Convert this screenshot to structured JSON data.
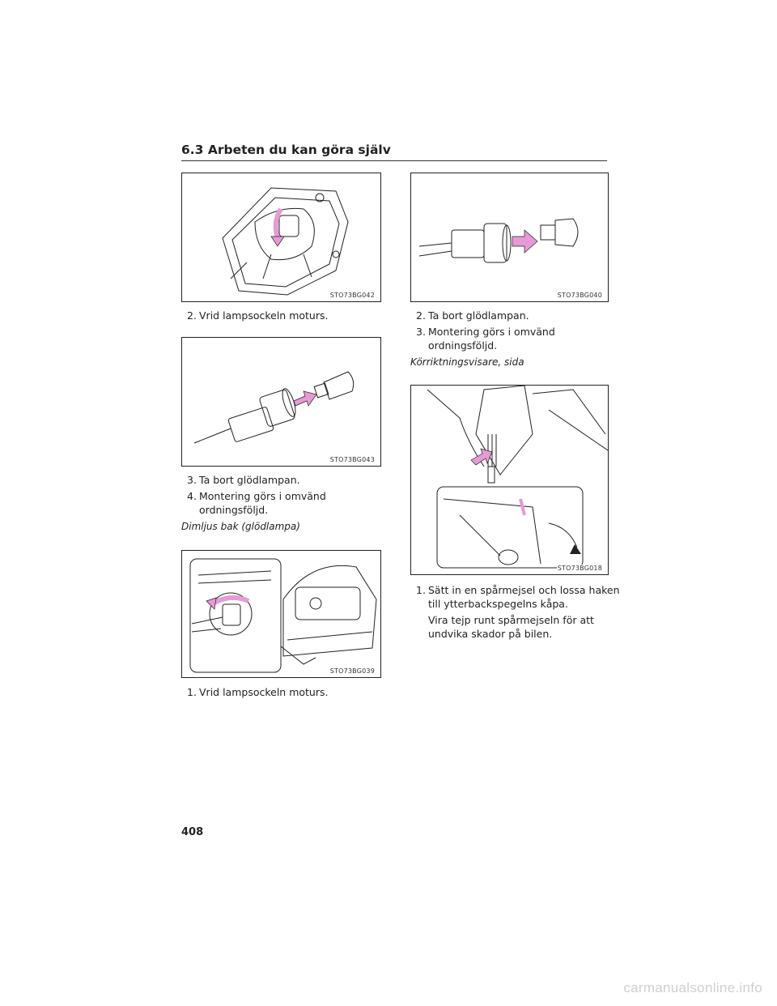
{
  "header": {
    "section_title": "6.3 Arbeten du kan göra själv"
  },
  "figures": {
    "fig1": {
      "code": "STO73BG042"
    },
    "fig2": {
      "code": "STO73BG043"
    },
    "fig3": {
      "code": "STO73BG039"
    },
    "fig4": {
      "code": "STO73BG040"
    },
    "fig5": {
      "code": "STO73BG018"
    }
  },
  "left_column": {
    "step_2_num": "2.",
    "step_2": "Vrid lampsockeln moturs.",
    "step_3_num": "3.",
    "step_3": "Ta bort glödlampan.",
    "step_4_num": "4.",
    "step_4": "Montering görs i omvänd ordningsföljd.",
    "subheading": "Dimljus bak (glödlampa)",
    "step_1b_num": "1.",
    "step_1b": "Vrid lampsockeln moturs."
  },
  "right_column": {
    "step_2_num": "2.",
    "step_2": "Ta bort glödlampan.",
    "step_3_num": "3.",
    "step_3": "Montering görs i omvänd ordningsföljd.",
    "subheading": "Körriktningsvisare, sida",
    "step_1_num": "1.",
    "step_1": "Sätt in en spårmejsel och lossa haken till ytterbackspegelns kåpa.",
    "note": "Vira tejp runt spårmejseln för att undvika skador på bilen."
  },
  "footer": {
    "page_number": "408",
    "watermark": "carmanualsonline.info"
  },
  "colors": {
    "arrow_pink": "#e79ad6",
    "line": "#222222"
  }
}
